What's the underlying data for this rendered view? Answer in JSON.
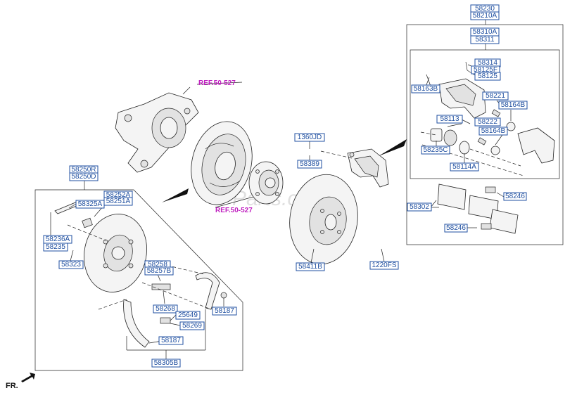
{
  "watermark": "S-Parts.com.vn",
  "references": {
    "ref_knuckle": "REF.50-527",
    "ref_hub": "REF.50-527"
  },
  "direction": {
    "label": "FR."
  },
  "labels": {
    "58230": "58230",
    "58210A": "58210A",
    "58310A": "58310A",
    "58311": "58311",
    "58314": "58314",
    "58125F": "58125F",
    "58125": "58125",
    "58163B": "58163B",
    "58221": "58221",
    "58164B_top": "58164B",
    "58113": "58113",
    "58222": "58222",
    "58164B_bottom": "58164B",
    "58235C": "58235C",
    "58114A": "58114A",
    "58246_top": "58246",
    "58302": "58302",
    "58246_bottom": "58246",
    "1360JD": "1360JD",
    "58389": "58389",
    "58411B": "58411B",
    "1220FS": "1220FS",
    "58250R": "58250R",
    "58250D": "58250D",
    "58252A": "58252A",
    "58251A": "58251A",
    "58325A": "58325A",
    "58236A": "58236A",
    "58235": "58235",
    "58323": "58323",
    "58258": "58258",
    "58257B": "58257B",
    "58268": "58268",
    "25649": "25649",
    "58269": "58269",
    "58187_right": "58187",
    "58187_bottom": "58187",
    "58305B": "58305B"
  }
}
